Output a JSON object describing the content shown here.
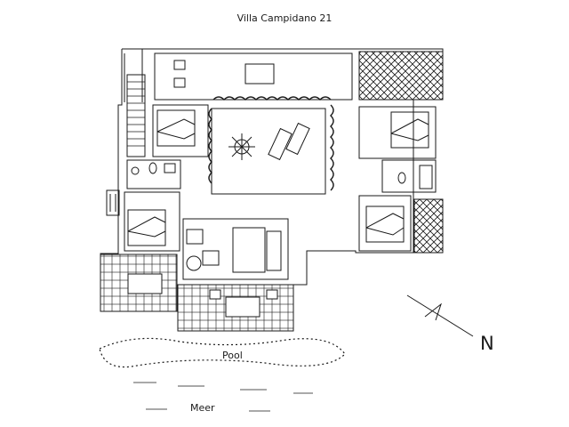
{
  "title": "Villa Campidano 21",
  "labels": {
    "pool": "Pool",
    "sea": "Meer",
    "north": "N"
  },
  "colors": {
    "line": "#1a1a1a",
    "background": "#ffffff"
  }
}
